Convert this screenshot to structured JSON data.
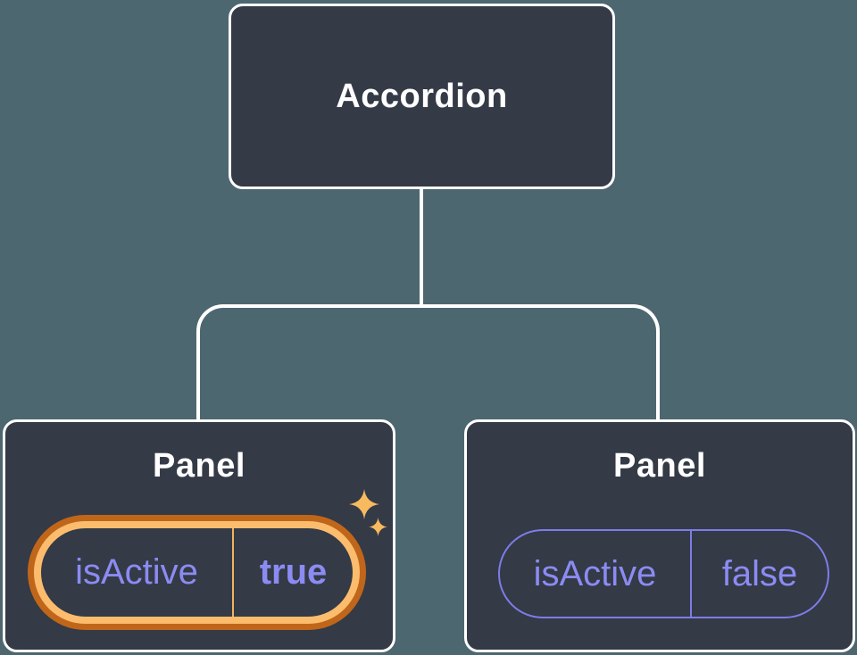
{
  "diagram": {
    "type": "component-tree",
    "root": {
      "label": "Accordion"
    },
    "children": [
      {
        "label": "Panel",
        "state": {
          "key": "isActive",
          "value": "true"
        },
        "highlighted": true
      },
      {
        "label": "Panel",
        "state": {
          "key": "isActive",
          "value": "false"
        },
        "highlighted": false
      }
    ]
  },
  "icons": {
    "sparkle_large": "four-point-star",
    "sparkle_small": "four-point-star"
  },
  "colors": {
    "background": "#4d6770",
    "node_fill": "#343a46",
    "node_border": "#ffffff",
    "title_text": "#ffffff",
    "state_text": "#8b8bf3",
    "inactive_pill_border": "#7d7de8",
    "active_glow_outer": "#c0661b",
    "active_glow_inner": "#fbbd6d",
    "active_divider": "#f0b45e",
    "sparkle": "#f7ba5f"
  }
}
